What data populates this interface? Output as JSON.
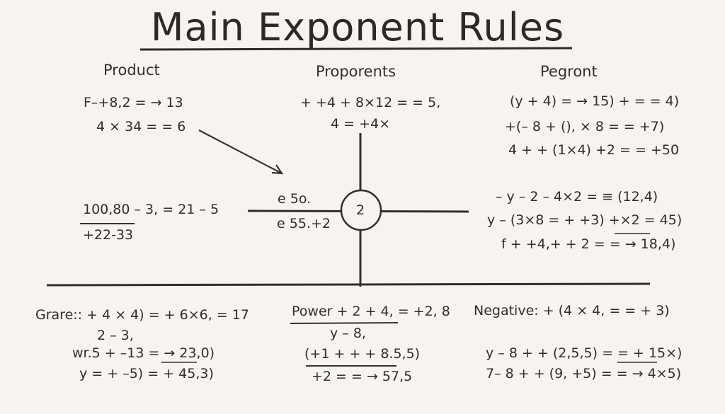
{
  "title": "Main Exponent Rules",
  "headings": {
    "product": "Product",
    "proporents": "Proporents",
    "pegront": "Pegront"
  },
  "center_circle": "2",
  "left_top": [
    "F–+8,2 = → 13",
    "4 × 34 = = 6"
  ],
  "mid_top": [
    "+ +4 + 8×12 = = 5,",
    "4 = +4×"
  ],
  "right_top": [
    "(y + 4) = → 15) + = = 4)",
    "+(– 8 + (), × 8 = = +7)",
    "4 + + (1×4) +2 = = +50"
  ],
  "left_mid": [
    "100,80 – 3, = 21 – 5",
    "+22-33"
  ],
  "center_left": [
    "e 5o.",
    "e 55.+2"
  ],
  "right_mid": [
    "– y – 2 – 4×2 = ≡ (12,4)",
    "y – (3×8 = + +3) +×2 = 45)",
    "f + +4,+ + 2 = = → 18,4)"
  ],
  "bottom_left": [
    "Grare:: + 4 × 4) = + 6×6, = 17",
    "2 – 3,",
    "wr.5 + –13 = → 23,0)",
    "y = + –5) = + 45,3)"
  ],
  "bottom_mid": [
    "Power + 2 + 4, = +2, 8",
    "y – 8,",
    "(+1 + + + 8.5,5)",
    "+2 = = → 57,5"
  ],
  "bottom_right": [
    "Negative: + (4 × 4, = = + 3)",
    "y – 8 + + (2,5,5) = = + 15×)",
    "7– 8 + + (9, +5) = = → 4×5)"
  ]
}
